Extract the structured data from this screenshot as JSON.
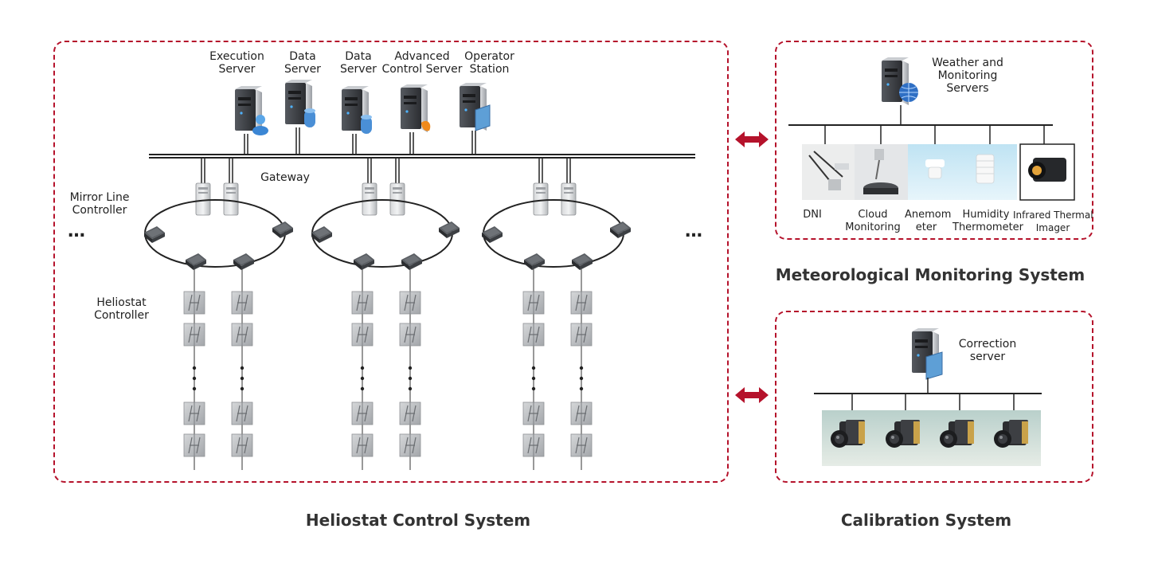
{
  "heliostat_system": {
    "title": "Heliostat Control System",
    "servers": [
      {
        "line1": "Execution",
        "line2": "Server",
        "badge": "person"
      },
      {
        "line1": "Data",
        "line2": "Server",
        "badge": "database"
      },
      {
        "line1": "Data",
        "line2": "Server",
        "badge": "database"
      },
      {
        "line1": "Advanced",
        "line2": "Control Server",
        "badge": "orange"
      },
      {
        "line1": "Operator",
        "line2": "Station",
        "badge": "screen"
      }
    ],
    "gateway_label": "Gateway",
    "mirror_line_label": [
      "Mirror Line",
      "Controller"
    ],
    "heliostat_label": [
      "Heliostat",
      "Controller"
    ],
    "ellipsis": "…"
  },
  "meteorological_system": {
    "title": "Meteorological Monitoring System",
    "server_label": [
      "Weather and",
      "Monitoring",
      "Servers"
    ],
    "devices": [
      {
        "line1": "DNI",
        "line2": ""
      },
      {
        "line1": "Cloud",
        "line2": "Monitoring"
      },
      {
        "line1": "Anemom",
        "line2": "eter"
      },
      {
        "line1": "Humidity",
        "line2": "Thermometer"
      },
      {
        "line1": "Infrared Thermal",
        "line2": "Imager"
      }
    ]
  },
  "calibration_system": {
    "title": "Calibration System",
    "server_label": [
      "Correction",
      "server"
    ],
    "camera_count": 4
  },
  "colors": {
    "accent_red": "#b5122b",
    "server_dark": "#3a3d42",
    "bus": "#222222"
  },
  "icons": {
    "server": "server-tower-icon",
    "gateway": "gateway-module-icon",
    "controller": "network-controller-icon",
    "heliostat": "heliostat-panel-icon",
    "link": "double-arrow-icon",
    "camera": "camera-icon"
  }
}
